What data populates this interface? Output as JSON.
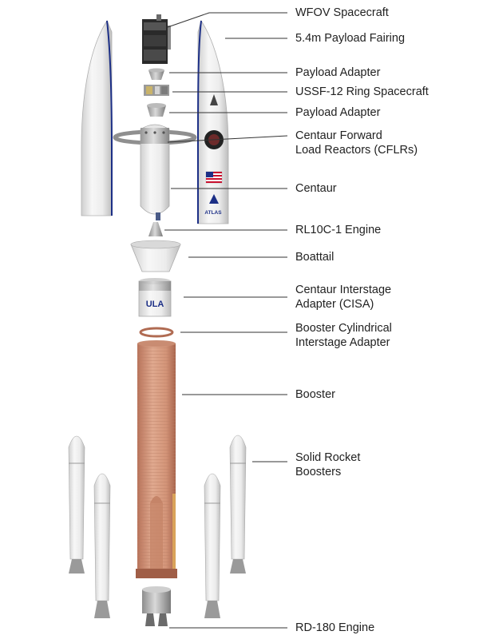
{
  "labels": {
    "wfov": "WFOV Spacecraft",
    "fairing": "5.4m Payload Fairing",
    "payload_adapter_top": "Payload Adapter",
    "ussf": "USSF-12 Ring Spacecraft",
    "payload_adapter_bottom": "Payload Adapter",
    "cflr_line1": "Centaur Forward",
    "cflr_line2": "Load Reactors (CFLRs)",
    "centaur": "Centaur",
    "rl10": "RL10C-1 Engine",
    "boattail": "Boattail",
    "cisa_line1": "Centaur Interstage",
    "cisa_line2": "Adapter (CISA)",
    "bcia_line1": "Booster Cylindrical",
    "bcia_line2": "Interstage Adapter",
    "booster": "Booster",
    "srb_line1": "Solid Rocket",
    "srb_line2": "Boosters",
    "rd180": "RD-180 Engine"
  },
  "markings": {
    "fairing_text": "ATLAS",
    "cisa_logo": "ULA"
  },
  "colors": {
    "booster_orange": "#d49a80",
    "fairing_white": "#f2f2f2",
    "fairing_stripe": "#1c2f86",
    "leader_line": "#333333",
    "text": "#222222"
  }
}
